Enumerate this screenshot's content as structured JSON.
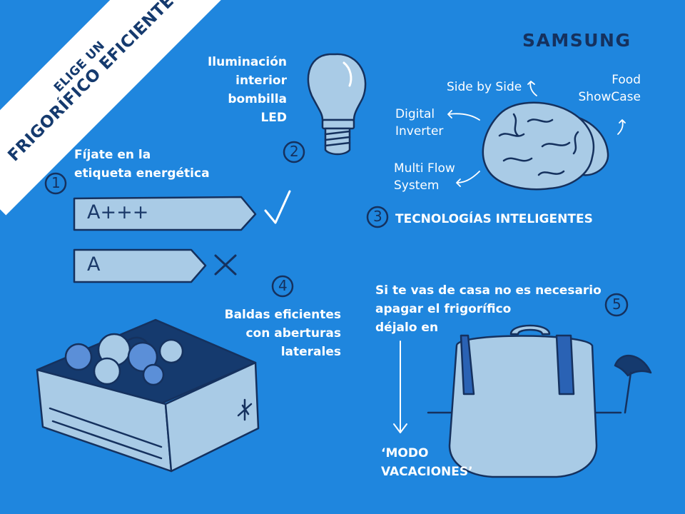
{
  "banner": {
    "line1": "ELIGE UN",
    "line2": "FRIGORÍFICO EFICIENTE"
  },
  "brand": {
    "name": "SAMSUNG"
  },
  "step1": {
    "number": "1",
    "text": [
      "Fíjate en la",
      "etiqueta energética"
    ],
    "label_good": "A+++",
    "label_bad": "A"
  },
  "step2": {
    "number": "2",
    "text": [
      "Iluminación",
      "interior",
      "bombilla",
      "LED"
    ]
  },
  "step3": {
    "number": "3",
    "title": "TECNOLOGÍAS INTELIGENTES",
    "features": {
      "side_by_side": "Side by Side",
      "food_showcase": [
        "Food",
        "ShowCase"
      ],
      "digital_inverter": [
        "Digital",
        "Inverter"
      ],
      "multi_flow": [
        "Multi Flow",
        "System"
      ]
    }
  },
  "step4": {
    "number": "4",
    "text": [
      "Baldas eficientes",
      "con aberturas",
      "laterales"
    ]
  },
  "step5": {
    "number": "5",
    "text": [
      "Si te vas de casa no es necesario",
      "apagar el frigorífico",
      "déjalo en"
    ],
    "mode": [
      "‘MODO",
      "VACACIONES’"
    ]
  },
  "colors": {
    "background": "#1f86de",
    "ink": "#15315e",
    "pale": "#a9cbe6",
    "white": "#ffffff"
  }
}
